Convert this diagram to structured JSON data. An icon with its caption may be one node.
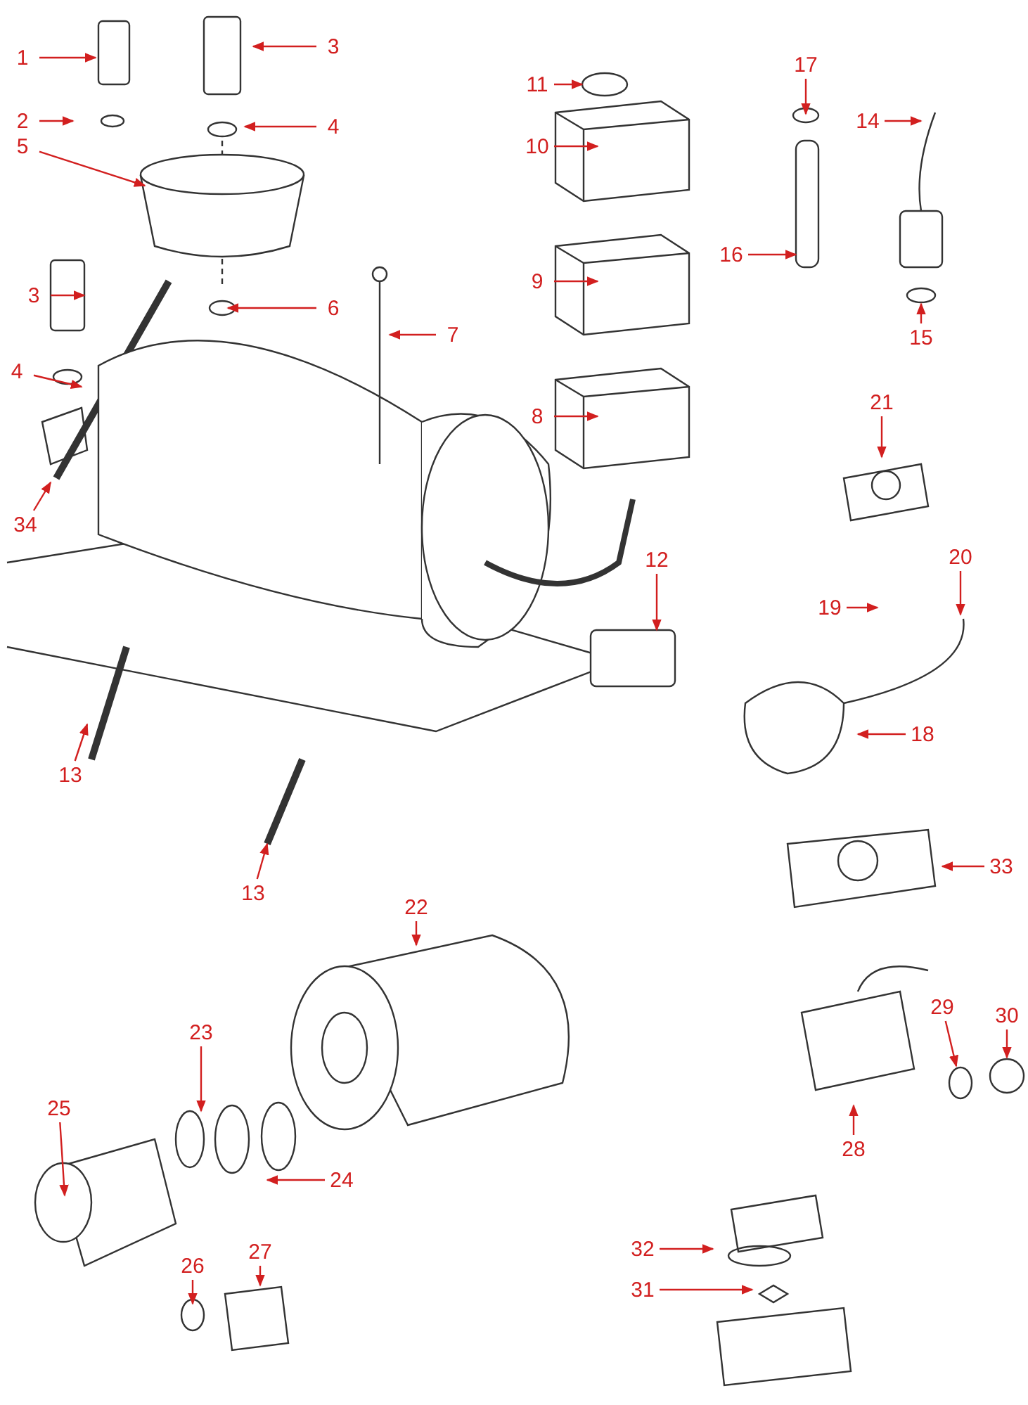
{
  "diagram": {
    "nodes": [
      {
        "text": [
          "1"
        ]
      },
      {
        "text": [
          "2"
        ]
      },
      {
        "text": [
          "3"
        ]
      },
      {
        "text": [
          "4"
        ]
      },
      {
        "text": [
          "5"
        ]
      },
      {
        "text": [
          "3"
        ]
      },
      {
        "text": [
          "4"
        ]
      },
      {
        "text": [
          "34"
        ]
      },
      {
        "text": [
          "6"
        ]
      },
      {
        "text": [
          "7"
        ]
      },
      {
        "text": [
          "11"
        ]
      },
      {
        "text": [
          "10"
        ]
      },
      {
        "text": [
          "9"
        ]
      },
      {
        "text": [
          "8"
        ]
      },
      {
        "text": [
          "12"
        ]
      },
      {
        "text": [
          "17"
        ]
      },
      {
        "text": [
          "16"
        ]
      },
      {
        "text": [
          "14"
        ]
      },
      {
        "text": [
          "15"
        ]
      },
      {
        "text": [
          "21"
        ]
      },
      {
        "text": [
          "20"
        ]
      },
      {
        "text": [
          "19"
        ]
      },
      {
        "text": [
          "18"
        ]
      },
      {
        "text": [
          "13"
        ]
      },
      {
        "text": [
          "13"
        ]
      },
      {
        "text": [
          "33"
        ]
      },
      {
        "text": [
          "22"
        ]
      },
      {
        "text": [
          "23"
        ]
      },
      {
        "text": [
          "24"
        ]
      },
      {
        "text": [
          "25"
        ]
      },
      {
        "text": [
          "26"
        ]
      },
      {
        "text": [
          "27"
        ]
      },
      {
        "text": [
          "29"
        ]
      },
      {
        "text": [
          "30"
        ]
      },
      {
        "text": [
          "28"
        ]
      },
      {
        "text": [
          "32"
        ]
      },
      {
        "text": [
          "31"
        ]
      }
    ],
    "edges": [
      {
        "from": 0,
        "to": null,
        "arrow": "to"
      },
      {
        "from": 1,
        "to": null,
        "arrow": "to"
      },
      {
        "from": 2,
        "to": null,
        "arrow": "to"
      },
      {
        "from": 3,
        "to": null,
        "arrow": "to"
      },
      {
        "from": 4,
        "to": null,
        "arrow": "to"
      },
      {
        "from": 5,
        "to": null,
        "arrow": "to"
      },
      {
        "from": 6,
        "to": null,
        "arrow": "to"
      },
      {
        "from": 7,
        "to": null,
        "arrow": "to"
      },
      {
        "from": 8,
        "to": null,
        "arrow": "to"
      },
      {
        "from": 9,
        "to": null,
        "arrow": "to"
      },
      {
        "from": 10,
        "to": null,
        "arrow": "to"
      },
      {
        "from": 11,
        "to": null,
        "arrow": "to"
      },
      {
        "from": 12,
        "to": null,
        "arrow": "to"
      },
      {
        "from": 13,
        "to": null,
        "arrow": "to"
      },
      {
        "from": 14,
        "to": null,
        "arrow": "to"
      },
      {
        "from": 15,
        "to": null,
        "arrow": "to"
      },
      {
        "from": 16,
        "to": null,
        "arrow": "to"
      },
      {
        "from": 17,
        "to": null,
        "arrow": "to"
      },
      {
        "from": 18,
        "to": null,
        "arrow": "to"
      },
      {
        "from": 19,
        "to": null,
        "arrow": "to"
      },
      {
        "from": 20,
        "to": null,
        "arrow": "to"
      },
      {
        "from": 21,
        "to": null,
        "arrow": "to"
      },
      {
        "from": 22,
        "to": null,
        "arrow": "to"
      },
      {
        "from": 23,
        "to": null,
        "arrow": "to"
      },
      {
        "from": 24,
        "to": null,
        "arrow": "to"
      },
      {
        "from": 25,
        "to": null,
        "arrow": "to"
      },
      {
        "from": 26,
        "to": null,
        "arrow": "to"
      },
      {
        "from": 27,
        "to": null,
        "arrow": "to"
      },
      {
        "from": 28,
        "to": null,
        "arrow": "to"
      },
      {
        "from": 29,
        "to": null,
        "arrow": "to"
      },
      {
        "from": 30,
        "to": null,
        "arrow": "to"
      },
      {
        "from": 31,
        "to": null,
        "arrow": "to"
      },
      {
        "from": 32,
        "to": null,
        "arrow": "to"
      },
      {
        "from": 33,
        "to": null,
        "arrow": "to"
      },
      {
        "from": 34,
        "to": null,
        "arrow": "to"
      },
      {
        "from": 35,
        "to": null,
        "arrow": "to"
      },
      {
        "from": 36,
        "to": null,
        "arrow": "to"
      }
    ]
  }
}
